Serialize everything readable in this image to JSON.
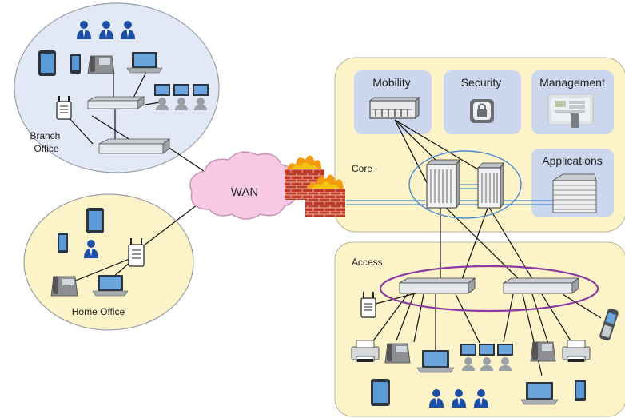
{
  "colors": {
    "branch_fill": "#e3e8f6",
    "yellow_fill": "#fdf3c8",
    "panel_fill": "#ccd6ec",
    "person_blue": "#1d4fa8",
    "wan_fill": "#f7c9e4",
    "ring_blue": "#4a8ad0",
    "ring_purple": "#8a3aa0"
  },
  "labels": {
    "branch_office": [
      "Branch",
      "Office"
    ],
    "home_office": "Home Office",
    "wan": "WAN",
    "core": "Core",
    "access": "Access",
    "mobility": "Mobility",
    "security": "Security",
    "management": "Management",
    "applications": "Applications"
  },
  "icons": [
    "person-icon",
    "tablet-icon",
    "smartphone-icon",
    "desk-phone-icon",
    "laptop-icon",
    "switch-icon",
    "router-icon",
    "workstation-icon",
    "access-point-icon",
    "firewall-icon",
    "core-switch-icon",
    "controller-icon",
    "lock-icon",
    "server-icon",
    "printer-icon",
    "cloud-icon"
  ]
}
